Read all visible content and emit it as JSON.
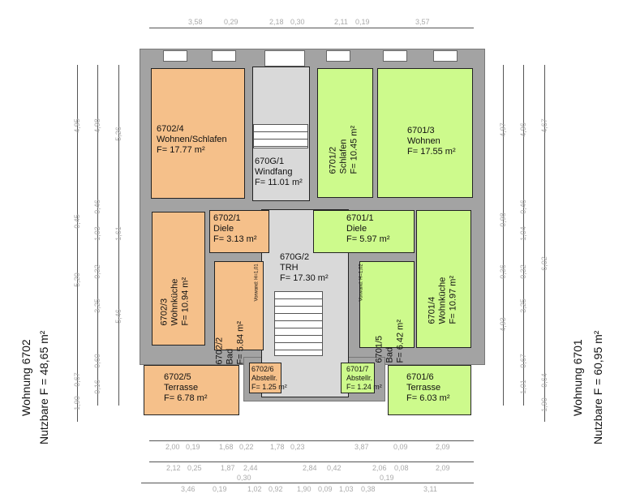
{
  "dims": {
    "top": [
      "3,58",
      "0,29",
      "2,18",
      "0,30",
      "2,11",
      "0,19",
      "3,57"
    ],
    "bottom1": [
      "2,00",
      "0,19",
      "1,68",
      "0,22",
      "1,78",
      "0,23",
      "3,87",
      "0,09",
      "2,09"
    ],
    "bottom2": [
      "2,12",
      "0,25",
      "1,87",
      "2,44",
      "2,84",
      "0,42",
      "2,06",
      "0,08",
      "2,09"
    ],
    "bottom3": [
      "3,46",
      "0,19",
      "1,02",
      "0,92",
      "1,90",
      "0,09",
      "1,03",
      "0,38",
      "0,19",
      "3,11",
      "0,30"
    ],
    "left1": [
      "4,95",
      "0,45",
      "5,20",
      "1,90",
      "0,67"
    ],
    "left2": [
      "4,98",
      "1,03",
      "0,46",
      "0,32",
      "3,25",
      "0,16",
      "0,60"
    ],
    "left3": [
      "5,26",
      "1,61",
      "5,46"
    ],
    "right1": [
      "4,97",
      "0,98",
      "0,36",
      "4,93"
    ],
    "right2": [
      "4,96",
      "1,04",
      "0,46",
      "0,32",
      "3,25",
      "1,01",
      "0,67"
    ],
    "right3": [
      "4,67",
      "6,02",
      "1,90",
      "0,64"
    ]
  },
  "rooms": {
    "r6702_4": {
      "id": "6702/4",
      "name": "Wohnen/Schlafen",
      "area": "F= 17.77 m²"
    },
    "r670G_1": {
      "id": "670G/1",
      "name": "Windfang",
      "area": "F= 11.01 m²"
    },
    "r6701_2": {
      "id": "6701/2",
      "name": "Schlafen",
      "area": "F= 10.45 m²"
    },
    "r6701_3": {
      "id": "6701/3",
      "name": "Wohnen",
      "area": "F= 17.55 m²"
    },
    "r6702_3": {
      "id": "6702/3",
      "name": "Wohnküche",
      "area": "F= 10.94 m²"
    },
    "r6702_1": {
      "id": "6702/1",
      "name": "Diele",
      "area": "F= 3.13 m²"
    },
    "r6702_2": {
      "id": "6702/2",
      "name": "Bad",
      "area": "F= 5.84 m²",
      "note": "Vorwand: H=1,01"
    },
    "r670G_2": {
      "id": "670G/2",
      "name": "TRH",
      "area": "F= 17.30 m²"
    },
    "r6701_1": {
      "id": "6701/1",
      "name": "Diele",
      "area": "F= 5.97 m²"
    },
    "r6701_5": {
      "id": "6701/5",
      "name": "Bad",
      "area": "F= 6.42 m²",
      "note": "Vorwand: H=1,02"
    },
    "r6701_4": {
      "id": "6701/4",
      "name": "Wohnküche",
      "area": "F= 10.97 m²"
    },
    "r6702_5": {
      "id": "6702/5",
      "name": "Terrasse",
      "area": "F= 6.78 m²"
    },
    "r6702_6": {
      "id": "6702/6",
      "name": "Abstellr.",
      "area": "F= 1.25 m²"
    },
    "r6701_7": {
      "id": "6701/7",
      "name": "Abstellr.",
      "area": "F= 1.24 m²"
    },
    "r6701_6": {
      "id": "6701/6",
      "name": "Terrasse",
      "area": "F= 6.03 m²"
    }
  },
  "units": {
    "left": {
      "title": "Wohnung 6702",
      "area": "Nutzbare F = 48,65 m²"
    },
    "right": {
      "title": "Wohnung 6701",
      "area": "Nutzbare F = 60,95 m²"
    }
  },
  "colors": {
    "unit6702": "#f5c08a",
    "unit6701": "#cdfa8c",
    "common": "#d9d9d9",
    "wall": "#a3a3a3"
  }
}
